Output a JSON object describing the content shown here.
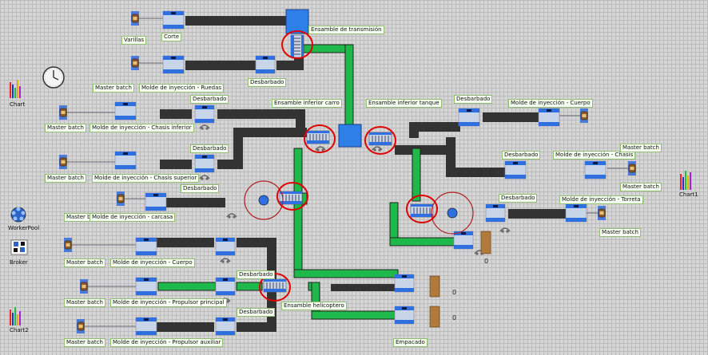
{
  "labels": {
    "varillas": "Varillas",
    "corte": "Corte",
    "ensamble_transmision": "Ensamble de transmisión",
    "master_batch_1": "Master batch",
    "molde_ruedas": "Molde de inyección - Ruedas",
    "desbarbado_1": "Desbarbado",
    "master_batch_2": "Master batch",
    "molde_chasis_inferior": "Molde de inyección - Chasis inferior",
    "desbarbado_2": "Desbarbado",
    "ensamble_inferior_carro": "Ensamble inferior carro",
    "ensamble_inferior_tanque": "Ensamble inferior tanque",
    "desbarbado_3": "Desbarbado",
    "molde_cuerpo_1": "Molde de inyección - Cuerpo",
    "master_batch_3": "Master batch",
    "molde_chasis_superior": "Molde de inyección - Chasis superior",
    "desbarbado_4": "Desbarbado",
    "desbarbado_5": "Desbarbado",
    "molde_chasis": "Molde de inyección - Chasis",
    "master_batch_4": "Master batch",
    "master_batch_5": "Master batch",
    "desbarbado_6": "Desbarbado",
    "master_ba_carcasa": "Master ba",
    "molde_carcasa": "Molde de inyección - carcasa",
    "desbarbado_7": "Desbarbado",
    "molde_torreta": "Molde de inyección - Torreta",
    "master_batch_6": "Master batch",
    "master_batch_7": "Master batch",
    "molde_cuerpo_2": "Molde de inyección - Cuerpo",
    "desbarbado_8": "Desbarbado",
    "master_batch_8": "Master batch",
    "molde_propulsor_principal": "Molde de inyección - Propulsor principal",
    "ensamble_helicoptero": "Ensamble helicoptero",
    "desbarbado_9": "Desbarbado",
    "master_batch_9": "Master batch",
    "molde_propulsor_auxiliar": "Molde de inyección - Propulsor auxiliar",
    "empacado": "Empacado"
  },
  "counters": {
    "sink_tanque": "0",
    "sink_1": "0",
    "sink_2": "0"
  },
  "palette": {
    "chart": "Chart",
    "chart1": "Chart1",
    "chart2": "Chart2",
    "worker_pool": "WorkerPool",
    "broker": "Broker"
  },
  "colors": {
    "conveyor": "#333333",
    "conveyor_active": "#1fb84a",
    "station_blue": "#2f6fe0",
    "station_body": "#c8d4e8",
    "source_brown": "#8a5a2a",
    "sink_brown": "#b07a3c",
    "highlight_circle": "#e00000",
    "influence_circle": "#b02020",
    "label_bg": "#f6fff2"
  },
  "icons": [
    "clock-icon",
    "bar-chart-icon",
    "worker-pool-icon",
    "broker-icon",
    "source-icon",
    "processor-icon",
    "queue-icon",
    "combiner-icon",
    "sink-icon",
    "operator-icon"
  ]
}
